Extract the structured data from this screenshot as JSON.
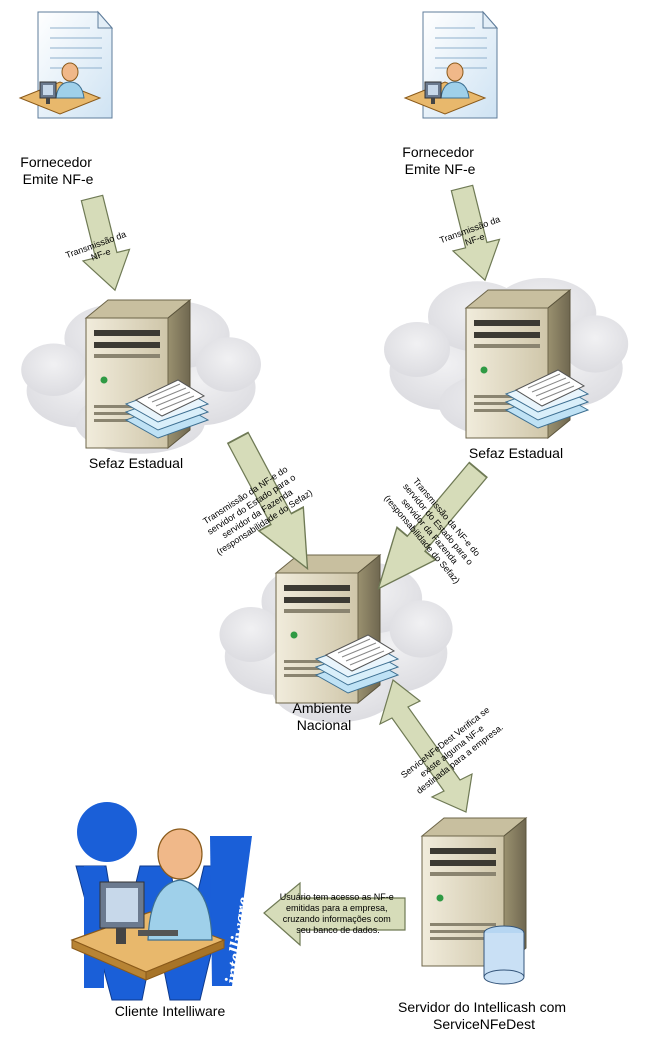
{
  "nodes": {
    "fornecedor_left": [
      "Fornecedor",
      "Emite NF-e"
    ],
    "fornecedor_right": [
      "Fornecedor",
      "Emite NF-e"
    ],
    "sefaz_left": "Sefaz Estadual",
    "sefaz_right": "Sefaz Estadual",
    "ambiente": [
      "Ambiente",
      "Nacional"
    ],
    "cliente": "Cliente Intelliware",
    "servidor": [
      "Servidor do Intellicash com",
      "ServiceNFeDest"
    ]
  },
  "edges": {
    "transmissao_left": [
      "Transmissão da",
      "NF-e"
    ],
    "transmissao_right": [
      "Transmissão da",
      "NF-e"
    ],
    "sefaz_to_ambiente_left": [
      "Transmissão da NF-e do",
      "servidor do Estado para o",
      "servidor da Fazenda",
      "(responsabilidade do Sefaz)"
    ],
    "sefaz_to_ambiente_right": [
      "Transmissão da NF-e do",
      "servidor do Estado para o",
      "servidor da Fazenda",
      "(responsabilidade do Sefaz)"
    ],
    "service_verifica": [
      "ServiceNFeDest Verifica se",
      "existe alguma NF-e",
      "destinada para a empresa."
    ],
    "usuario_acesso": [
      "Usuário tem acesso as NF-e",
      "emitidas para a empresa,",
      "cruzando informações com",
      "seu banco de dados."
    ]
  },
  "logo_text": "intelliware",
  "colors": {
    "arrow_fill": "#d6dcb9",
    "arrow_stroke": "#6f7a55",
    "cloud": "#e3e3e6",
    "server_body": "#e4dcc4",
    "doc_blue": "#c9e6f7",
    "logo_blue": "#1a5fd8"
  }
}
